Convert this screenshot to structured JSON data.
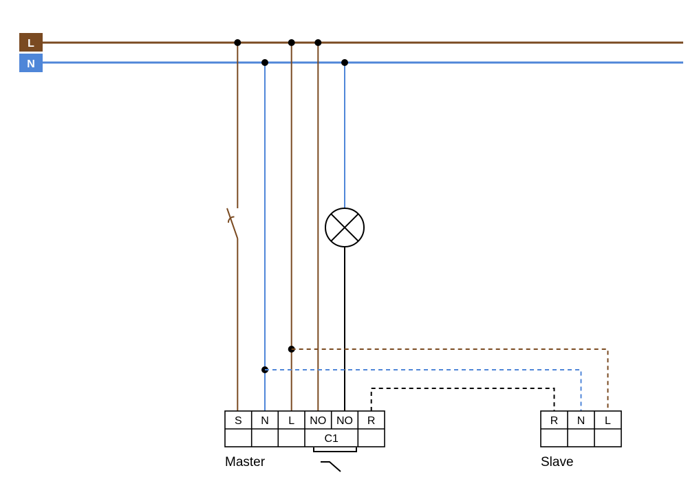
{
  "colors": {
    "ink": "#000000",
    "live": "#7a4a21",
    "neutral": "#4f86d8",
    "background": "#ffffff"
  },
  "legend": {
    "live": {
      "label": "L"
    },
    "neutral": {
      "label": "N"
    }
  },
  "master": {
    "label": "Master",
    "terminals": [
      "S",
      "N",
      "L",
      "NO",
      "NO",
      "R"
    ],
    "relay_label": "C1"
  },
  "slave": {
    "label": "Slave",
    "terminals": [
      "R",
      "N",
      "L"
    ]
  },
  "icons": {
    "lamp": "circle-with-x",
    "switch": "break-contact-blade",
    "relay_contact": "normally-open-contact",
    "junction": "filled-dot"
  }
}
